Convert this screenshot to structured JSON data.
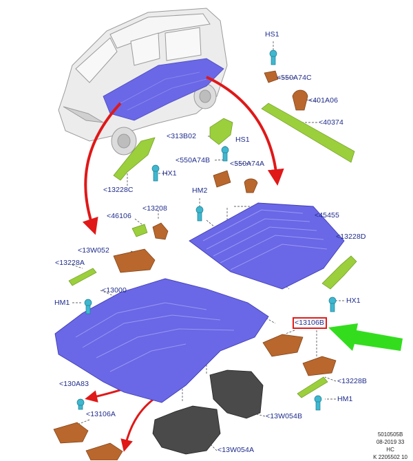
{
  "callouts": {
    "hs1_top": "HS1",
    "c550a74c": "<550A74C",
    "c401a06": "<401A06",
    "c40374": "<40374",
    "c313b02": "<313B02",
    "hs1_mid": "HS1",
    "c550a74b": "<550A74B",
    "c550a74a": "<550A74A",
    "hx1_left": "HX1",
    "c13228c": "<13228C",
    "hm2": "HM2",
    "c46106": "<46106",
    "c13208": "<13208",
    "c45455": "<45455",
    "c13228d": "<13228D",
    "c13w052": "<13W052",
    "c13228a": "<13228A",
    "c13000": "<13000",
    "hm1_left": "HM1",
    "hx1_right": "HX1",
    "c13106b": "<13106B",
    "c13228b": "<13228B",
    "hm1_right": "HM1",
    "c130a83": "<130A83",
    "c13w054b": "<13W054B",
    "c13106a": "<13106A",
    "c13w054a": "<13W054A"
  },
  "footer": {
    "ref": "5010505B",
    "date": "08-2019 33",
    "code": "HC",
    "id": "K 2205502 10"
  },
  "colors": {
    "label": "#1d2a8a",
    "floor": "#6a68e6",
    "brown": "#b9672d",
    "bracket": "#9bcf3c",
    "clip": "#3fb7cf",
    "arrow_red": "#e01818",
    "arrow_green": "#33dd1e",
    "highlight": "#e11b1b"
  },
  "icons": {
    "pointer": "green-arrow-icon"
  }
}
